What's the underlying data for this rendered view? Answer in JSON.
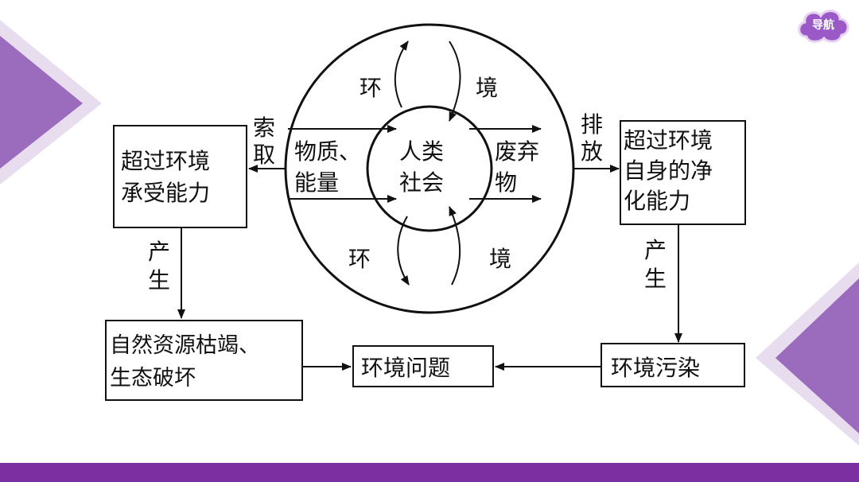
{
  "nav": {
    "label": "导航"
  },
  "colors": {
    "accent": "#7b2fa0",
    "accent_light": "#c9a9da"
  },
  "diagram": {
    "left_box": [
      "超过环境",
      "承受能力"
    ],
    "suoqu": [
      "索",
      "取"
    ],
    "material": [
      "物质、",
      "能量"
    ],
    "center": [
      "人类",
      "社会"
    ],
    "waste": [
      "废弃",
      "物"
    ],
    "paifang": [
      "排",
      "放"
    ],
    "right_box": [
      "超过环境",
      "自身的净",
      "化能力"
    ],
    "huan_top": "环",
    "jing_top": "境",
    "huan_bottom": "环",
    "jing_bottom": "境",
    "chansheng_left": [
      "产",
      "生"
    ],
    "chansheng_right": [
      "产",
      "生"
    ],
    "bottom_left_box": [
      "自然资源枯竭、",
      "生态破坏"
    ],
    "problem_box": "环境问题",
    "pollution_box": "环境污染"
  }
}
